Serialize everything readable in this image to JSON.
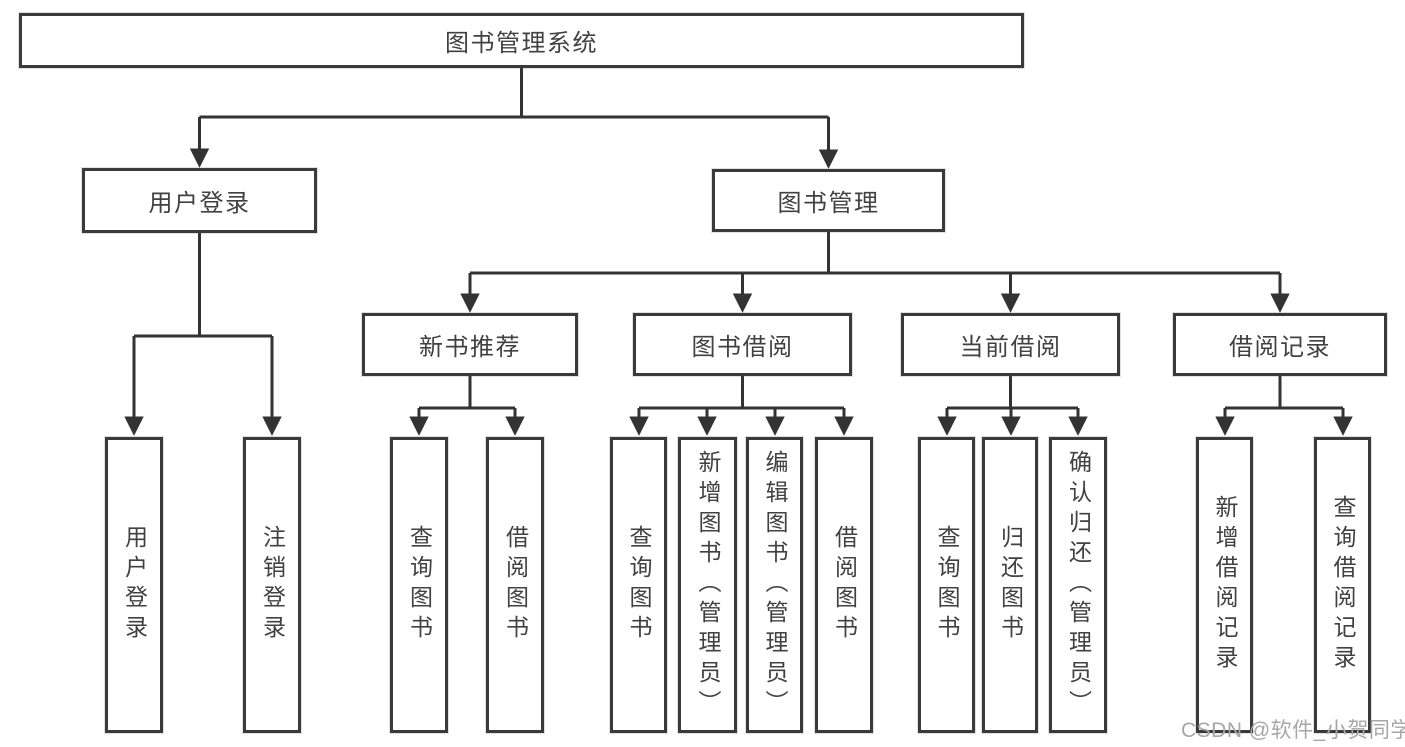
{
  "watermark": "CSDN @软件_小贺同学",
  "colors": {
    "line": "#333333",
    "box_border": "#3a3a3a",
    "text": "#414141",
    "watermark_text": "#a7a7a7",
    "background": "#ffffff"
  },
  "nodes": [
    {
      "id": "root",
      "label": "图书管理系统"
    },
    {
      "id": "user-login",
      "label": "用户登录"
    },
    {
      "id": "book-management",
      "label": "图书管理"
    },
    {
      "id": "new-book-recommend",
      "label": "新书推荐"
    },
    {
      "id": "book-borrow",
      "label": "图书借阅"
    },
    {
      "id": "current-borrow",
      "label": "当前借阅"
    },
    {
      "id": "borrow-record",
      "label": "借阅记录"
    },
    {
      "id": "leaf-user-login",
      "label": "用户登录"
    },
    {
      "id": "leaf-logout",
      "label": "注销登录"
    },
    {
      "id": "leaf-nbr-query-book",
      "label": "查询图书"
    },
    {
      "id": "leaf-nbr-borrow-book",
      "label": "借阅图书"
    },
    {
      "id": "leaf-bb-query-book",
      "label": "查询图书"
    },
    {
      "id": "leaf-bb-add-book",
      "label": "新增图书（管理员）"
    },
    {
      "id": "leaf-bb-edit-book",
      "label": "编辑图书（管理员）"
    },
    {
      "id": "leaf-bb-borrow-book",
      "label": "借阅图书"
    },
    {
      "id": "leaf-cb-query-book",
      "label": "查询图书"
    },
    {
      "id": "leaf-cb-return-book",
      "label": "归还图书"
    },
    {
      "id": "leaf-cb-confirm-return",
      "label": "确认归还（管理员）"
    },
    {
      "id": "leaf-br-add-record",
      "label": "新增借阅记录"
    },
    {
      "id": "leaf-br-query-record",
      "label": "查询借阅记录"
    }
  ],
  "edges": [
    [
      "root",
      "user-login"
    ],
    [
      "root",
      "book-management"
    ],
    [
      "user-login",
      "leaf-user-login"
    ],
    [
      "user-login",
      "leaf-logout"
    ],
    [
      "book-management",
      "new-book-recommend"
    ],
    [
      "book-management",
      "book-borrow"
    ],
    [
      "book-management",
      "current-borrow"
    ],
    [
      "book-management",
      "borrow-record"
    ],
    [
      "new-book-recommend",
      "leaf-nbr-query-book"
    ],
    [
      "new-book-recommend",
      "leaf-nbr-borrow-book"
    ],
    [
      "book-borrow",
      "leaf-bb-query-book"
    ],
    [
      "book-borrow",
      "leaf-bb-add-book"
    ],
    [
      "book-borrow",
      "leaf-bb-edit-book"
    ],
    [
      "book-borrow",
      "leaf-bb-borrow-book"
    ],
    [
      "current-borrow",
      "leaf-cb-query-book"
    ],
    [
      "current-borrow",
      "leaf-cb-return-book"
    ],
    [
      "current-borrow",
      "leaf-cb-confirm-return"
    ],
    [
      "borrow-record",
      "leaf-br-add-record"
    ],
    [
      "borrow-record",
      "leaf-br-query-record"
    ]
  ]
}
